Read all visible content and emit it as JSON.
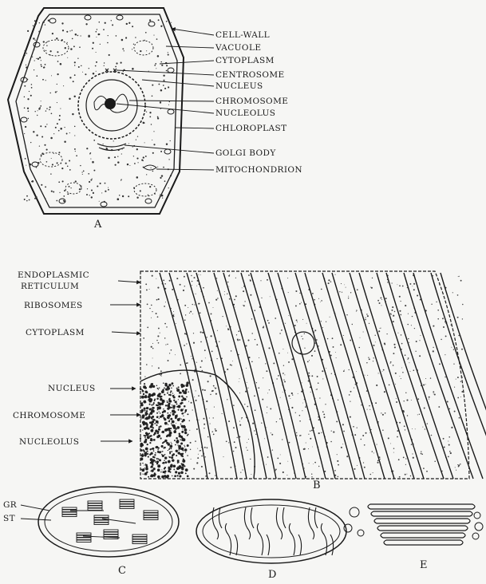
{
  "colors": {
    "ink": "#1a1a1a",
    "paper": "#f6f6f4"
  },
  "figure_a": {
    "letter": "A",
    "labels": {
      "cell_wall": "CELL-WALL",
      "vacuole": "VACUOLE",
      "cytoplasm": "CYTOPLASM",
      "centrosome": "CENTROSOME",
      "nucleus": "NUCLEUS",
      "chromosome": "CHROMOSOME",
      "nucleolus": "NUCLEOLUS",
      "chloroplast": "CHLOROPLAST",
      "golgi_body": "GOLGI BODY",
      "mitochondrion": "MITOCHONDRION"
    }
  },
  "figure_b": {
    "letter": "B",
    "labels": {
      "er_line1": "ENDOPLASMIC",
      "er_line2": "RETICULUM",
      "ribosomes": "RIBOSOMES",
      "cytoplasm": "CYTOPLASM",
      "nucleus": "NUCLEUS",
      "chromosome": "CHROMOSOME",
      "nucleolus": "NUCLEOLUS"
    }
  },
  "figure_c": {
    "letter": "C",
    "labels": {
      "gr": "GR",
      "st": "ST"
    }
  },
  "figure_d": {
    "letter": "D"
  },
  "figure_e": {
    "letter": "E"
  }
}
